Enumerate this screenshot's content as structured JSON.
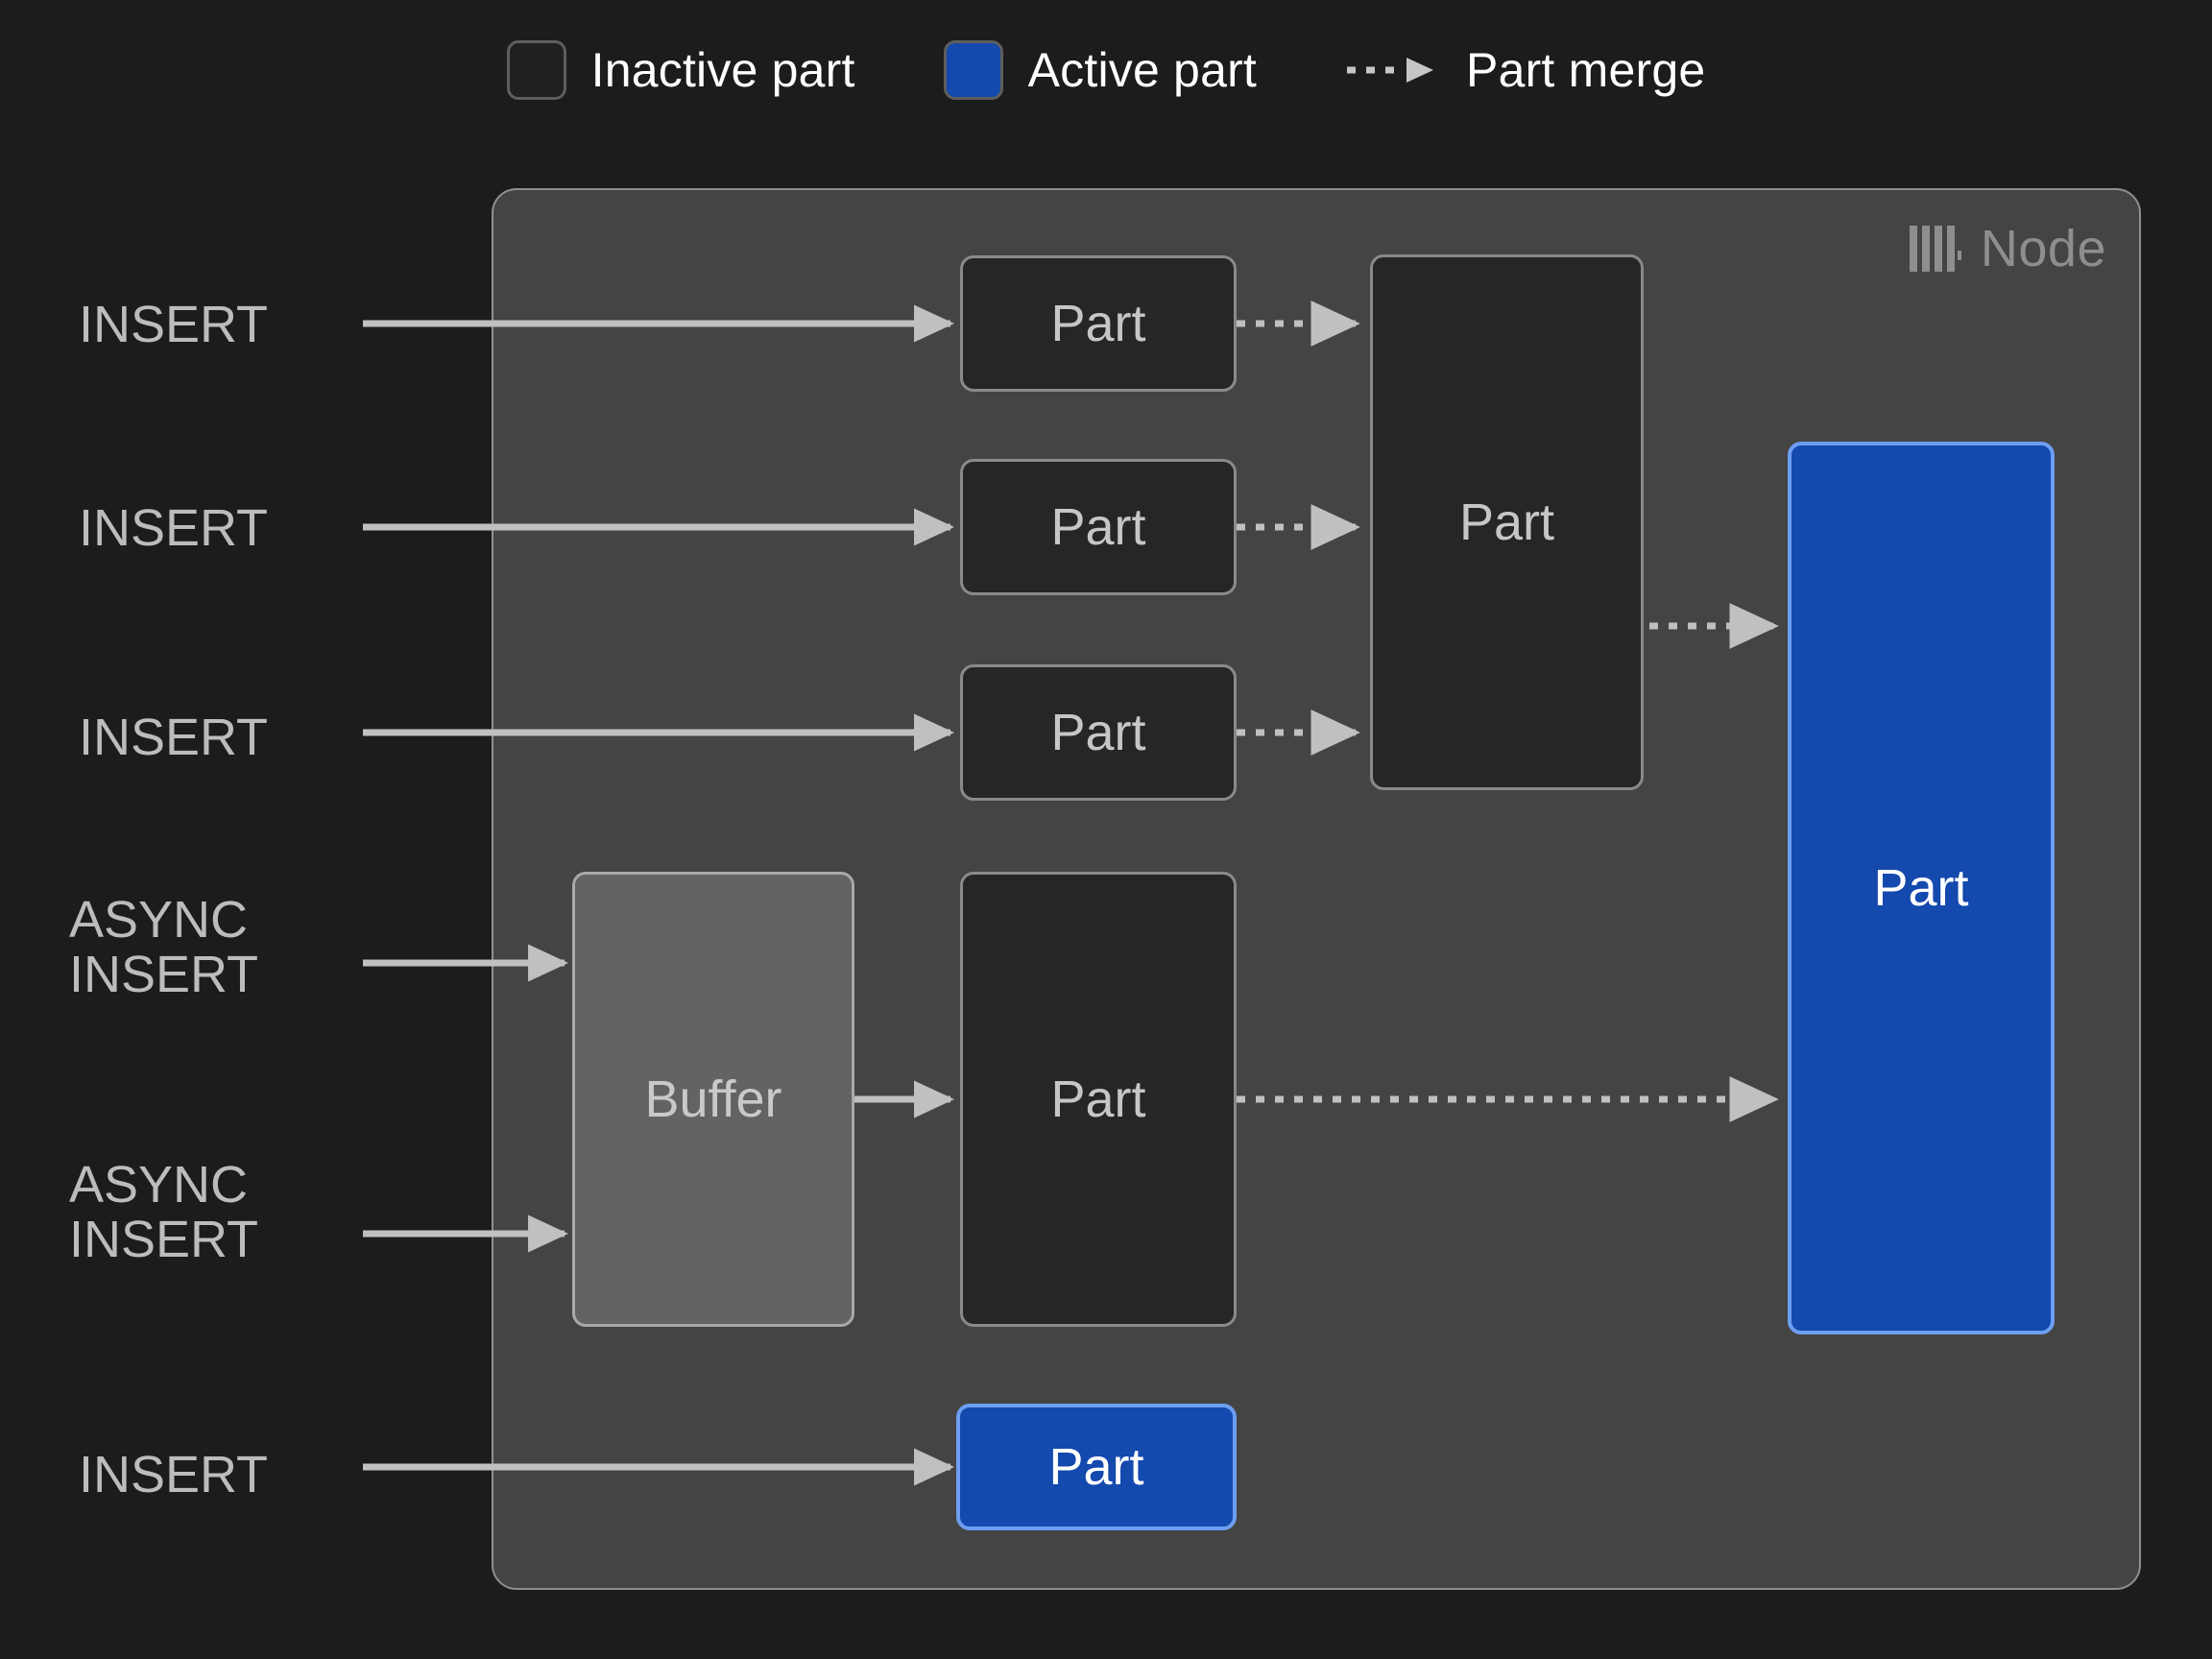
{
  "legend": {
    "items": [
      {
        "label": "Inactive part",
        "swatch": "inactive-part-swatch",
        "color": "#1f2020"
      },
      {
        "label": "Active part",
        "swatch": "active-part-swatch",
        "color": "#1449ad"
      },
      {
        "label": "Part merge",
        "swatch": "dashed-arrow-icon",
        "color": "#c6c6c6"
      }
    ]
  },
  "node": {
    "label": "Node",
    "logo_icon": "clickhouse-logo-icon",
    "panel_color": "#444444",
    "label_color": "#8e8e8e"
  },
  "sources": [
    {
      "id": "insert-1",
      "label": "INSERT"
    },
    {
      "id": "insert-2",
      "label": "INSERT"
    },
    {
      "id": "insert-3",
      "label": "INSERT"
    },
    {
      "id": "async-insert-1",
      "label": "ASYNC\nINSERT"
    },
    {
      "id": "async-insert-2",
      "label": "ASYNC\nINSERT"
    },
    {
      "id": "insert-4",
      "label": "INSERT"
    }
  ],
  "boxes": [
    {
      "id": "part-row-1",
      "label": "Part",
      "state": "inactive"
    },
    {
      "id": "part-row-2",
      "label": "Part",
      "state": "inactive"
    },
    {
      "id": "part-row-3",
      "label": "Part",
      "state": "inactive"
    },
    {
      "id": "part-merged-top",
      "label": "Part",
      "state": "inactive"
    },
    {
      "id": "buffer",
      "label": "Buffer",
      "state": "buffer"
    },
    {
      "id": "part-from-buffer",
      "label": "Part",
      "state": "inactive"
    },
    {
      "id": "part-final",
      "label": "Part",
      "state": "active"
    },
    {
      "id": "part-direct",
      "label": "Part",
      "state": "active"
    }
  ],
  "colors": {
    "background": "#1c1c1c",
    "panel": "#444444",
    "inactive_fill": "#262626",
    "inactive_border": "#8a8a8a",
    "active_fill": "#1449ad",
    "active_border": "#6e9ef2",
    "buffer_fill": "#636363",
    "buffer_border": "#a9a9a9",
    "arrow": "#c0c0c0",
    "text_light": "#c6c6c6",
    "text_white": "#ffffff"
  }
}
